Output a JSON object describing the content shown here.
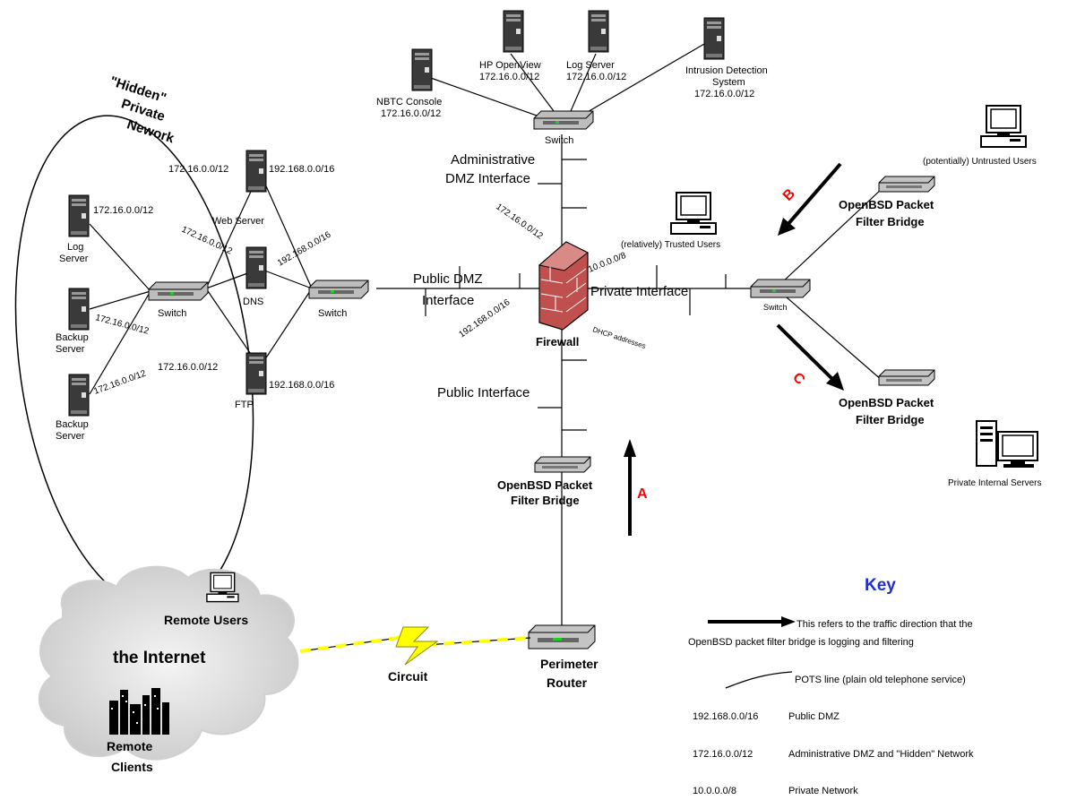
{
  "hidden_network": {
    "title_line1": "\"Hidden\"",
    "title_line2": "Private",
    "title_line3": "Nework"
  },
  "left": {
    "log_server": {
      "ip": "172.16.0.0/12",
      "label_line1": "Log",
      "label_line2": "Server"
    },
    "backup_server_a": {
      "label_line1": "Backup",
      "label_line2": "Server"
    },
    "backup_server_b": {
      "label_line1": "Backup",
      "label_line2": "Server"
    },
    "switch_left": "Switch",
    "switch_mid": "Switch",
    "web_server": {
      "label": "Web Server",
      "ip_left": "172.16.0.0/12",
      "ip_right": "192.168.0.0/16"
    },
    "dns": {
      "label": "DNS"
    },
    "ftp": {
      "label": "FTP",
      "ip_left": "172.16.0.0/12",
      "ip_right": "192.168.0.0/16"
    },
    "link_labels": [
      "172.16.0.0/12",
      "192.168.0.0/16",
      "172.16.0.0/12",
      "172.16.0.0/12"
    ]
  },
  "top": {
    "nbtc_console": {
      "label": "NBTC Console",
      "ip": "172.16.0.0/12"
    },
    "hp_openview": {
      "label": "HP OpenView",
      "ip": "172.16.0.0/12"
    },
    "log_server": {
      "label": "Log Server",
      "ip": "172.16.0.0/12"
    },
    "ids": {
      "label_line1": "Intrusion Detection",
      "label_line2": "System",
      "ip": "172.16.0.0/12"
    },
    "switch": "Switch"
  },
  "center": {
    "admin_dmz_line1": "Administrative",
    "admin_dmz_line2": "DMZ Interface",
    "public_dmz_line1": "Public DMZ",
    "public_dmz_line2": "Interface",
    "private_interface": "Private Interface",
    "public_interface": "Public Interface",
    "firewall": "Firewall",
    "fw_ip_admin": "172.16.0.0/12",
    "fw_ip_public": "192.168.0.0/16",
    "fw_ip_private": "10.0.0.0/8",
    "fw_ip_public2": "DHCP addresses",
    "bridge_bottom_line1": "OpenBSD Packet",
    "bridge_bottom_line2": "Filter Bridge",
    "router_line1": "Perimeter",
    "router_line2": "Router",
    "arrow_a": "A"
  },
  "right": {
    "untrusted": "(potentially) Untrusted Users",
    "trusted": "(relatively) Trusted Users",
    "bridge_top_line1": "OpenBSD Packet",
    "bridge_top_line2": "Filter Bridge",
    "bridge_low_line1": "OpenBSD Packet",
    "bridge_low_line2": "Filter Bridge",
    "switch": "Switch",
    "private_servers": "Private Internal Servers",
    "arrow_b": "B",
    "arrow_c": "C"
  },
  "internet": {
    "remote_users": "Remote Users",
    "title": "the Internet",
    "remote_clients_line1": "Remote",
    "remote_clients_line2": "Clients",
    "circuit": "Circuit"
  },
  "key": {
    "title": "Key",
    "arrow_desc_line1": "This refers to the traffic direction that the",
    "arrow_desc_line2": "OpenBSD packet filter bridge is logging and filtering",
    "curve_desc": "POTS line (plain old telephone service)",
    "rows": [
      {
        "net": "192.168.0.0/16",
        "desc": "Public DMZ"
      },
      {
        "net": "172.16.0.0/12",
        "desc": "Administrative DMZ and \"Hidden\" Network"
      },
      {
        "net": "10.0.0.0/8",
        "desc": "Private Network"
      }
    ]
  },
  "colors": {
    "arrow_label": "#ff0000",
    "key_title": "#1f2fd0",
    "circuit": "#ffff00",
    "firewall_brick": "#c0504d"
  }
}
